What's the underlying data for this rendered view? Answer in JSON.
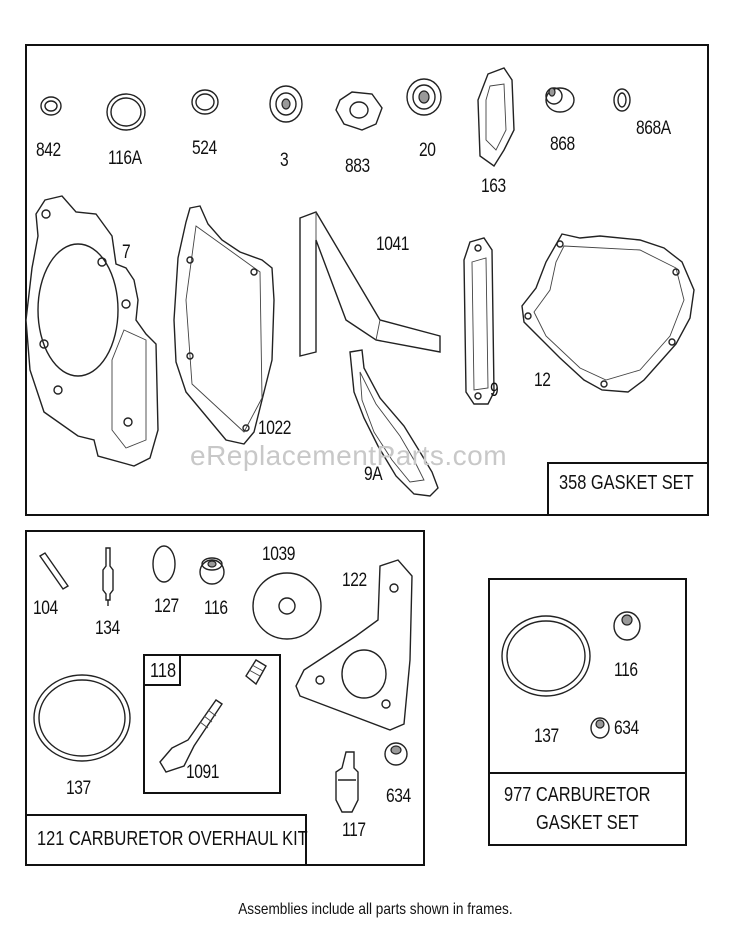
{
  "watermark": "eReplacementParts.com",
  "footer_note": "Assemblies include all parts shown in frames.",
  "frames": {
    "gasket_set": "358 GASKET SET",
    "carb_overhaul": "121 CARBURETOR OVERHAUL KIT",
    "sub_kit": "118",
    "carb_gasket_line1": "977 CARBURETOR",
    "carb_gasket_line2": "GASKET SET"
  },
  "parts": {
    "p842": "842",
    "p116A": "116A",
    "p524": "524",
    "p3": "3",
    "p883": "883",
    "p20": "20",
    "p163": "163",
    "p868": "868",
    "p868A": "868A",
    "p7": "7",
    "p1022": "1022",
    "p1041": "1041",
    "p9A": "9A",
    "p9": "9",
    "p12": "12",
    "p104": "104",
    "p134": "134",
    "p127": "127",
    "p116a": "116",
    "p1039": "1039",
    "p122": "122",
    "p137a": "137",
    "p1091": "1091",
    "p117": "117",
    "p634a": "634",
    "p116b": "116",
    "p137b": "137",
    "p634b": "634"
  }
}
